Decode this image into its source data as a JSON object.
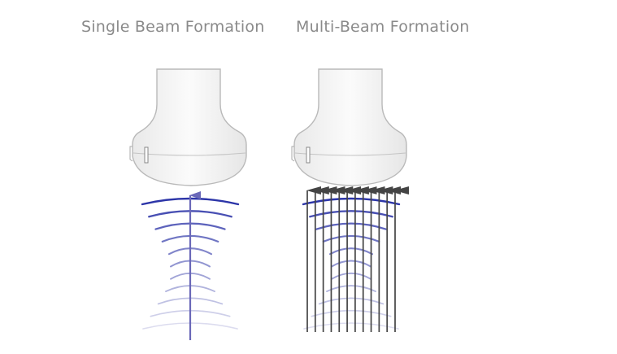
{
  "titles": {
    "single": "Single Beam Formation",
    "multi": "Multi-Beam Formation"
  },
  "panels": [
    {
      "id": "single",
      "beam_count": 1,
      "wave_count": 11
    },
    {
      "id": "multi",
      "beam_count": 12,
      "wave_count": 11
    }
  ],
  "colors": {
    "title_text": "#8a8a8a",
    "probe_outline": "#b9b9b9",
    "probe_fill": "#f7f7f7",
    "single_beam_arrow": "#6a68b8",
    "wave_strong": "#2c35a8",
    "wave_faint": "#dcdcef",
    "multi_beam_arrow": "#444444"
  },
  "icons": [
    "ultrasound-probe-icon",
    "beam-arrow-icon",
    "wavefront-arc"
  ]
}
